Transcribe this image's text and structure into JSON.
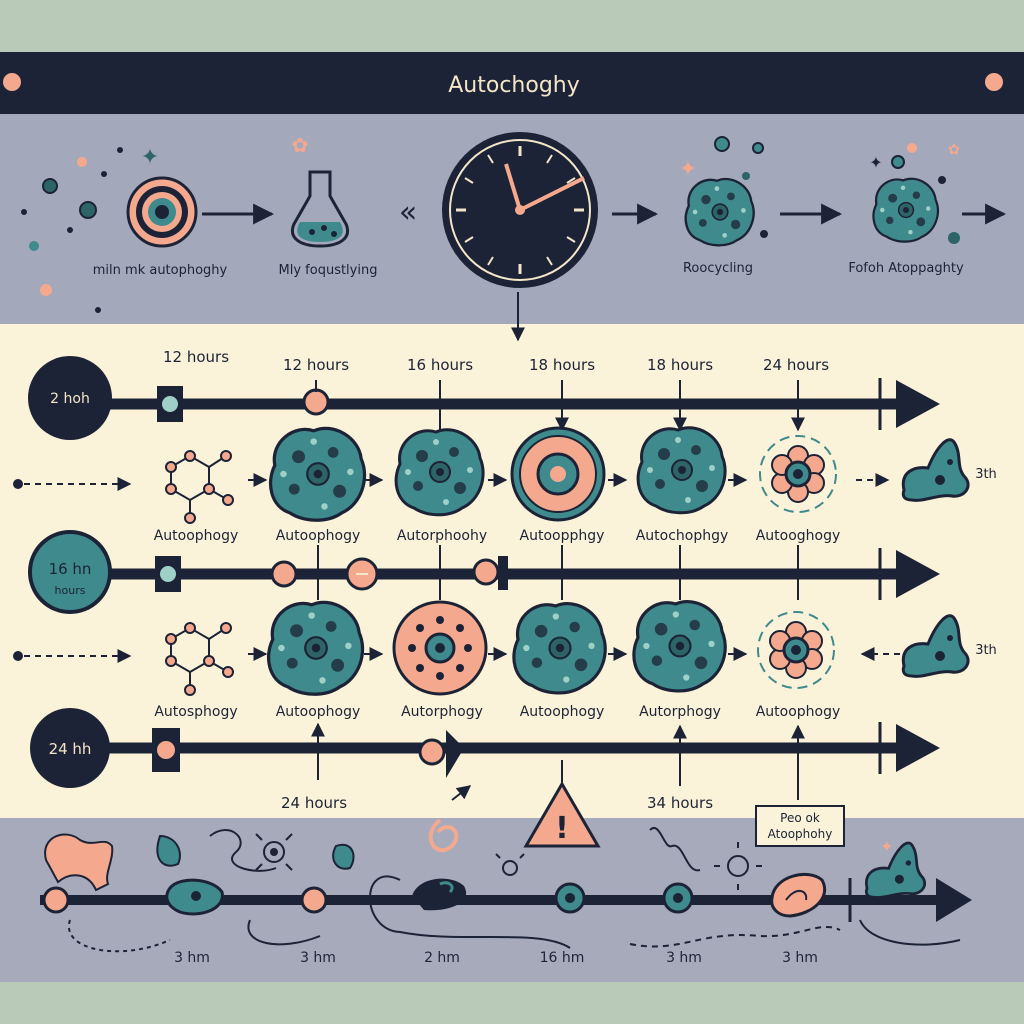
{
  "header": {
    "title": "Autochoghy"
  },
  "top_row": {
    "stages": [
      "miln mk autophoghy",
      "Mly foqustlying",
      "Roocycling",
      "Fofoh Atoppaghty"
    ]
  },
  "tracks": [
    {
      "start_label": "2 hoh",
      "start_sublabel": "",
      "time_labels": [
        "12 hours",
        "12 hours",
        "16 hours",
        "18 hours",
        "18 hours",
        "24 hours"
      ],
      "stage_labels": [
        "Autoophogy",
        "Autoophogy",
        "Autorphoohy",
        "Autoopphgy",
        "Autochophgy",
        "Autooghogy"
      ],
      "end_label": "3th"
    },
    {
      "start_label": "16 hn",
      "start_sublabel": "hours",
      "time_labels": [],
      "stage_labels": [
        "Autosphogy",
        "Autoophogy",
        "Autorphogy",
        "Autoophogy",
        "Autorphogy",
        "Autoophogy"
      ],
      "end_label": "3th"
    },
    {
      "start_label": "24 hh",
      "start_sublabel": "",
      "time_labels": [
        "24 hours",
        "34 hours"
      ],
      "stage_labels": [],
      "end_label": ""
    }
  ],
  "bottom": {
    "peak_label_line1": "Peo ok",
    "peak_label_line2": "Atoophohy",
    "time_labels": [
      "3 hm",
      "3 hm",
      "2 hm",
      "16 hm",
      "3 hm",
      "3 hm"
    ]
  },
  "colors": {
    "dark": "#1d2336",
    "panel_top": "#a3a8ba",
    "panel_mid": "#fbf3d9",
    "panel_bottom": "#a6aabb",
    "teal": "#3f8a8c",
    "teal_dark": "#2c6468",
    "peach": "#f4a98e"
  },
  "icons": [
    "clock-icon",
    "flask-icon",
    "target-ring-icon",
    "cell-icon",
    "molecule-icon",
    "warning-icon",
    "leaf-icon",
    "bacteria-icon",
    "sun-icon",
    "sparkle-icon"
  ]
}
